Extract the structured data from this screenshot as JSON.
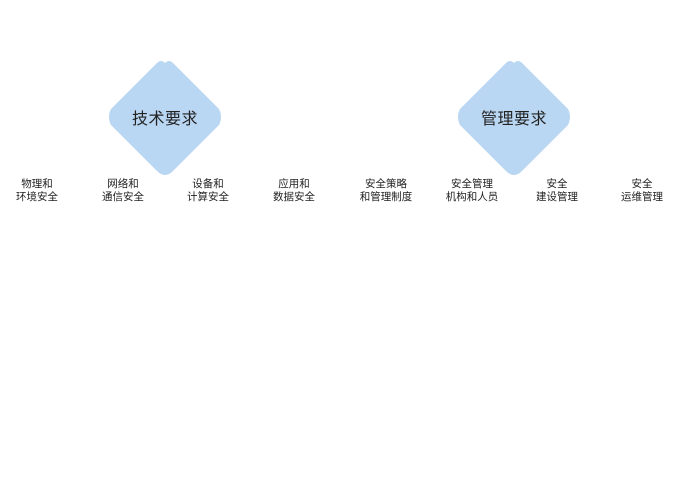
{
  "colors": {
    "diamond_fill": "#b9d6f2",
    "text": "#222222",
    "background": "#ffffff"
  },
  "categories": [
    {
      "label": "技术要求"
    },
    {
      "label": "管理要求"
    }
  ],
  "items": [
    {
      "line1": "物理和",
      "line2": "环境安全"
    },
    {
      "line1": "网络和",
      "line2": "通信安全"
    },
    {
      "line1": "设备和",
      "line2": "计算安全"
    },
    {
      "line1": "应用和",
      "line2": "数据安全"
    },
    {
      "line1": "安全策略",
      "line2": "和管理制度"
    },
    {
      "line1": "安全管理",
      "line2": "机构和人员"
    },
    {
      "line1": "安全",
      "line2": "建设管理"
    },
    {
      "line1": "安全",
      "line2": "运维管理"
    }
  ]
}
